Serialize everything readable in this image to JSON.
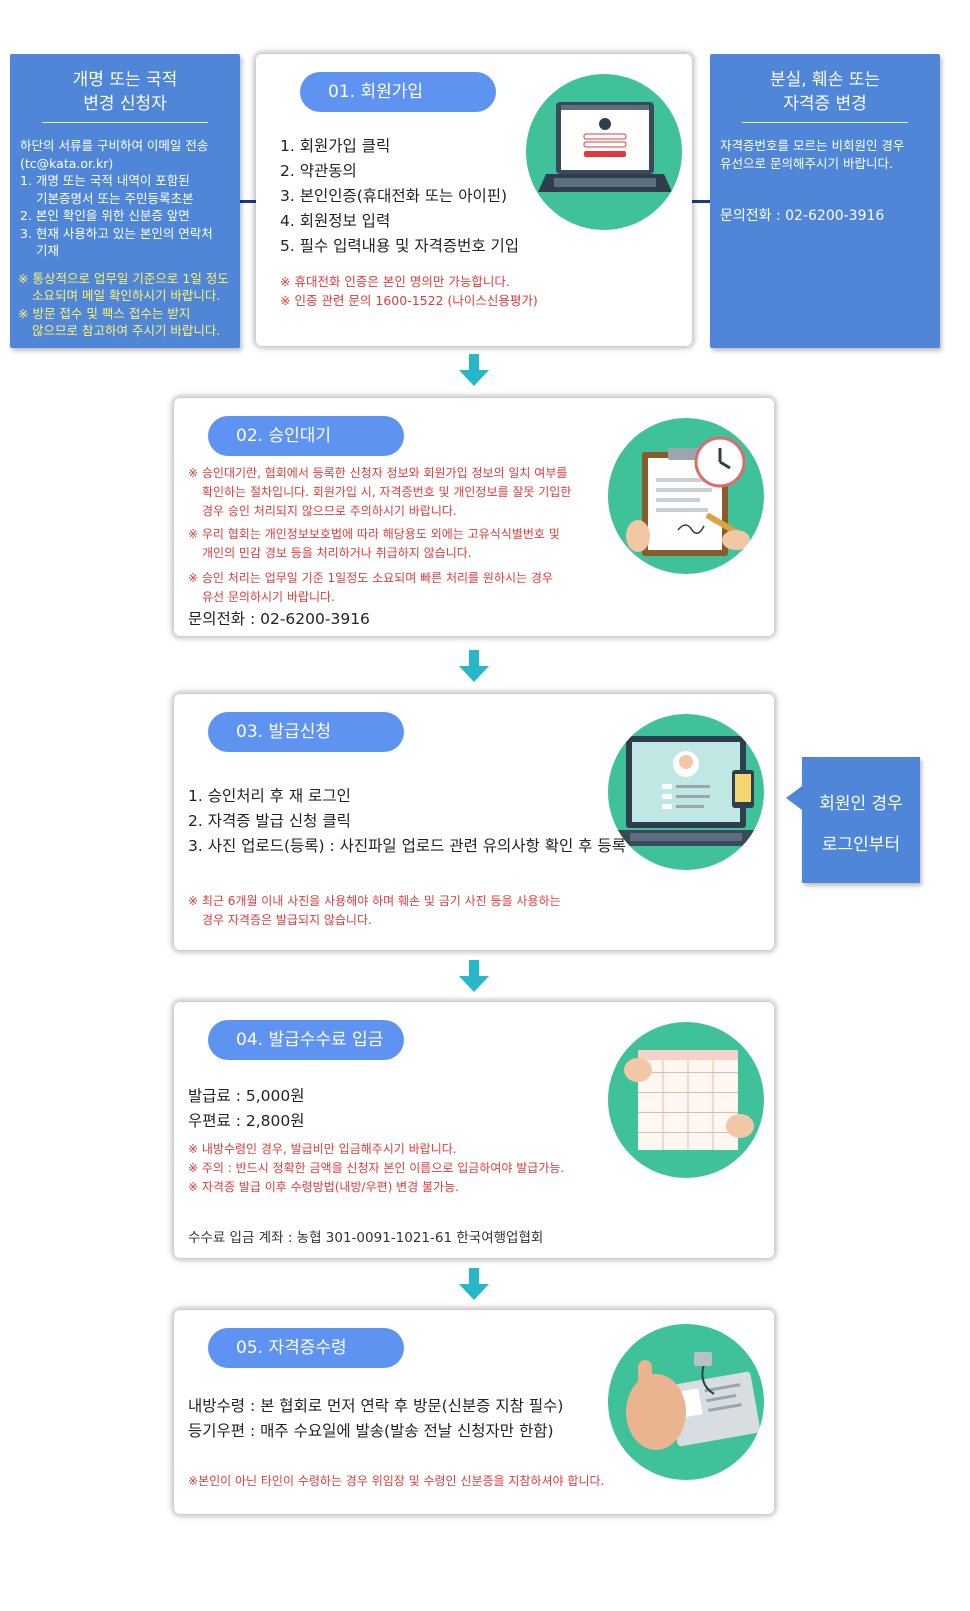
{
  "left_panel": {
    "title_line1": "개명 또는 국적",
    "title_line2": "변경 신청자",
    "lines": [
      "하단의 서류를 구비하여 이메일 전송",
      "(tc@kata.or.kr)",
      "1. 개명 또는 국적 내역이 포함된",
      "    기본증명서 또는 주민등록초본",
      "2. 본인 확인을 위한 신분증 앞면",
      "3. 현재 사용하고 있는 본인의 연락처",
      "    기재"
    ],
    "notes": [
      "※ 통상적으로 업무일 기준으로 1일 정도",
      "    소요되며 메일 확인하시기 바랍니다.",
      "※ 방문 접수 및 팩스 접수는 받지",
      "    않으므로 참고하여 주시기 바랍니다."
    ]
  },
  "right_panel": {
    "title_line1": "분실, 훼손 또는",
    "title_line2": "자격증 변경",
    "lines": [
      "자격증번호를 모르는 비회원인 경우",
      "유선으로 문의해주시기 바랍니다."
    ],
    "phone": "문의전화 : 02-6200-3916"
  },
  "step1": {
    "label": "01. 회원가입",
    "items": [
      "1. 회원가입 클릭",
      "2. 약관동의",
      "3. 본인인증(휴대전화 또는 아이핀)",
      "4. 회원정보 입력",
      "5. 필수 입력내용 및 자격증번호 기입"
    ],
    "notes": [
      "※ 휴대전화 인증은 본인 명의만 가능합니다.",
      "※ 인증 관련 문의 1600-1522 (나이스신용평가)"
    ]
  },
  "step2": {
    "label": "02. 승인대기",
    "notes": [
      "※ 승인대기란, 협회에서 등록한 신청자 정보와 회원가입 정보의 일치 여부를",
      "    확인하는 절차입니다. 회원가입 시, 자격증번호 및 개인정보를 잘못 기입한",
      "    경우 승인 처리되지 않으므로 주의하시기 바랍니다.",
      "※ 우리 협회는 개인정보보호법에 따라 해당용도 외에는 고유식식별번호 및",
      "    개인의 민감 경보 등을 처리하거나 취급하지 않습니다.",
      "※ 승인 처리는 업무일 기준 1일정도 소요되며 빠른 처리를 원하시는 경우",
      "    유선 문의하시기 바랍니다."
    ],
    "phone": "문의전화 : 02-6200-3916"
  },
  "step3": {
    "label": "03. 발급신청",
    "items": [
      "1. 승인처리 후 재 로그인",
      "2. 자격증 발급 신청 클릭",
      "3. 사진 업로드(등록) : 사진파일 업로드 관련 유의사항 확인 후 등록"
    ],
    "notes": [
      "※ 최근 6개월 이내 사진을 사용해야 하며 훼손 및 금기 사진 등을 사용하는",
      "    경우 자격증은 발급되지 않습니다."
    ],
    "callout_line1": "회원인 경우",
    "callout_line2": "로그인부터"
  },
  "step4": {
    "label": "04. 발급수수료 입금",
    "items": [
      "발급료 : 5,000원",
      "우편료 : 2,800원"
    ],
    "notes": [
      "※ 내방수령인 경우, 발급비만 입금해주시기 바랍니다.",
      "※ 주의 : 반드시 정확한 금액을 신청자 본인 이름으로 입금하여야 발급가능.",
      "※ 자격증 발급 이후 수령방법(내방/우편) 변경 불가능."
    ],
    "account": "수수료 입금 계좌  : 농협 301-0091-1021-61 한국여행업협회"
  },
  "step5": {
    "label": "05. 자격증수령",
    "items": [
      "내방수령 : 본 협회로 먼저 연락 후 방문(신분증 지참 필수)",
      "등기우편 : 매주 수요일에 발송(발송 전날 신청자만 한함)"
    ],
    "notes": [
      "※본인이 아닌 타인이 수령하는 경우 위임장 및 수령인 신분증을 지참하셔야 합니다."
    ]
  },
  "colors": {
    "pill": "#5e93f2",
    "side_panel": "#4f86d8",
    "circle": "#3fc19a",
    "arrow": "#26b7c9",
    "note_red": "#e23a3a",
    "note_yellow": "#fff36a"
  }
}
